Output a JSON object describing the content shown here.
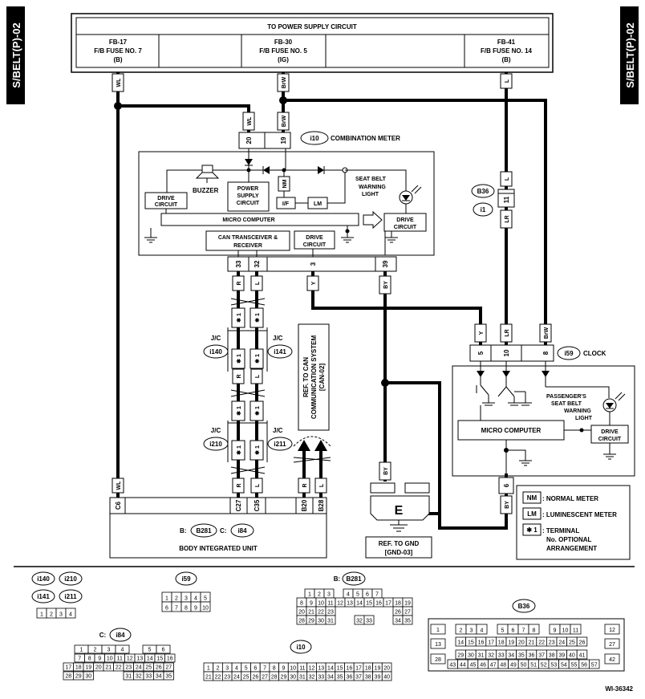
{
  "side_tab": "S/BELT(P)-02",
  "power": {
    "title": "TO POWER SUPPLY CIRCUIT",
    "fuses": [
      {
        "line1": "FB-17",
        "line2": "F/B FUSE NO. 7",
        "line3": "(B)"
      },
      {
        "line1": "FB-30",
        "line2": "F/B FUSE NO. 5",
        "line3": "(IG)"
      },
      {
        "line1": "FB-41",
        "line2": "F/B FUSE NO. 14",
        "line3": "(B)"
      }
    ]
  },
  "wire_colors": {
    "wl": "WL",
    "brw": "BrW",
    "l": "L",
    "lr": "LR",
    "r": "R",
    "y": "Y",
    "by": "BY"
  },
  "meter": {
    "connector": "i10",
    "title": "COMBINATION METER",
    "pins": {
      "p20": "20",
      "p19": "19",
      "p33": "33",
      "p32": "32",
      "p3": "3",
      "p39": "39"
    },
    "buzzer": "BUZZER",
    "drive_circuit": "DRIVE CIRCUIT",
    "drive_l1": "DRIVE",
    "drive_l2": "CIRCUIT",
    "psu_l1": "POWER",
    "psu_l2": "SUPPLY",
    "psu_l3": "CIRCUIT",
    "nm": "NM",
    "if": "I/F",
    "lm": "LM",
    "seatbelt_l1": "SEAT BELT",
    "seatbelt_l2": "WARNING",
    "seatbelt_l3": "LIGHT",
    "micro": "MICRO COMPUTER",
    "can_l1": "CAN TRANSCEIVER &",
    "can_l2": "RECEIVER"
  },
  "b36": {
    "id": "B36",
    "pin": "11",
    "i1": "i1"
  },
  "jc": {
    "label": "J/C",
    "i140": "i140",
    "i141": "i141",
    "i210": "i210",
    "i211": "i211",
    "star": "✱ 1"
  },
  "can_ref": {
    "l1": "REF. TO CAN",
    "l2": "COMMUNICATION SYSTEM",
    "l3": "[CAN-02]"
  },
  "clock": {
    "connector": "i59",
    "title": "CLOCK",
    "pins": {
      "p5": "5",
      "p10": "10",
      "p8": "8",
      "p6": "6"
    },
    "pass_l1": "PASSENGER'S",
    "pass_l2": "SEAT BELT",
    "pass_l3": "WARNING",
    "pass_l4": "LIGHT",
    "micro": "MICRO COMPUTER",
    "drive_l1": "DRIVE",
    "drive_l2": "CIRCUIT"
  },
  "biu": {
    "title": "BODY INTEGRATED UNIT",
    "b_label": "B:",
    "b_conn": "B281",
    "c_label": "C:",
    "c_conn": "i84",
    "pins": {
      "c6": "C6",
      "c27": "C27",
      "c35": "C35",
      "b20": "B20",
      "b28": "B28"
    }
  },
  "ground": {
    "label": "E",
    "ref_l1": "REF. TO GND",
    "ref_l2": "[GND-03]"
  },
  "legend": {
    "nm_key": "NM",
    "nm": ": NORMAL METER",
    "lm_key": "LM",
    "lm": ": LUMINESCENT METER",
    "star_key": "✱ 1",
    "star_l1": ": TERMINAL",
    "star_l2": "No. OPTIONAL",
    "star_l3": "ARRANGEMENT"
  },
  "connectors": {
    "i140": "i140",
    "i210": "i210",
    "i141": "i141",
    "i211": "i211",
    "small4": [
      "1",
      "2",
      "3",
      "4"
    ],
    "i59": "i59",
    "i59_r1": [
      "1",
      "2",
      "3",
      "4",
      "5"
    ],
    "i59_r2": [
      "6",
      "7",
      "8",
      "9",
      "10"
    ],
    "b281_prefix": "B:",
    "b281": "B281",
    "b281_r1": [
      "1",
      "2",
      "3",
      "4",
      "5",
      "6",
      "7"
    ],
    "b281_r2": [
      "8",
      "9",
      "10",
      "11",
      "12",
      "13",
      "14",
      "15",
      "16",
      "17",
      "18",
      "19"
    ],
    "b281_r3": [
      "20",
      "21",
      "22",
      "23",
      "26",
      "27"
    ],
    "b281_r4": [
      "28",
      "29",
      "30",
      "31",
      "32",
      "33",
      "34",
      "35"
    ],
    "i84_prefix": "C:",
    "i84": "i84",
    "i84_r1": [
      "1",
      "2",
      "3",
      "4",
      "5",
      "6"
    ],
    "i84_r2": [
      "7",
      "8",
      "9",
      "10",
      "11",
      "12",
      "13",
      "14",
      "15",
      "16"
    ],
    "i84_r3": [
      "17",
      "18",
      "19",
      "20",
      "21",
      "22",
      "23",
      "24",
      "25",
      "26",
      "27"
    ],
    "i84_r4": [
      "28",
      "29",
      "30",
      "31",
      "32",
      "33",
      "34",
      "35"
    ],
    "i10": "i10",
    "i10_r1": [
      "1",
      "2",
      "3",
      "4",
      "5",
      "6",
      "7",
      "8",
      "9",
      "10",
      "11",
      "12",
      "13",
      "14",
      "15",
      "16",
      "17",
      "18",
      "19",
      "20"
    ],
    "i10_r2": [
      "21",
      "22",
      "23",
      "24",
      "25",
      "26",
      "27",
      "28",
      "29",
      "30",
      "31",
      "32",
      "33",
      "34",
      "35",
      "36",
      "37",
      "38",
      "39",
      "40"
    ],
    "b36": "B36",
    "b36_r1": [
      "2",
      "3",
      "4",
      "5",
      "6",
      "7",
      "8",
      "9",
      "10",
      "11"
    ],
    "b36_r2": [
      "14",
      "15",
      "16",
      "17",
      "18",
      "19",
      "20",
      "21",
      "22",
      "23",
      "24",
      "25",
      "26"
    ],
    "b36_r3": [
      "29",
      "30",
      "31",
      "32",
      "33",
      "34",
      "35",
      "36",
      "37",
      "38",
      "39",
      "40",
      "41"
    ],
    "b36_r4": [
      "43",
      "44",
      "45",
      "46",
      "47",
      "48",
      "49",
      "50",
      "51",
      "52",
      "53",
      "54",
      "55",
      "56",
      "57"
    ],
    "b36_left": [
      "1",
      "13",
      "28"
    ],
    "b36_right": [
      "12",
      "27",
      "42"
    ]
  },
  "figure_id": "WI-36342"
}
